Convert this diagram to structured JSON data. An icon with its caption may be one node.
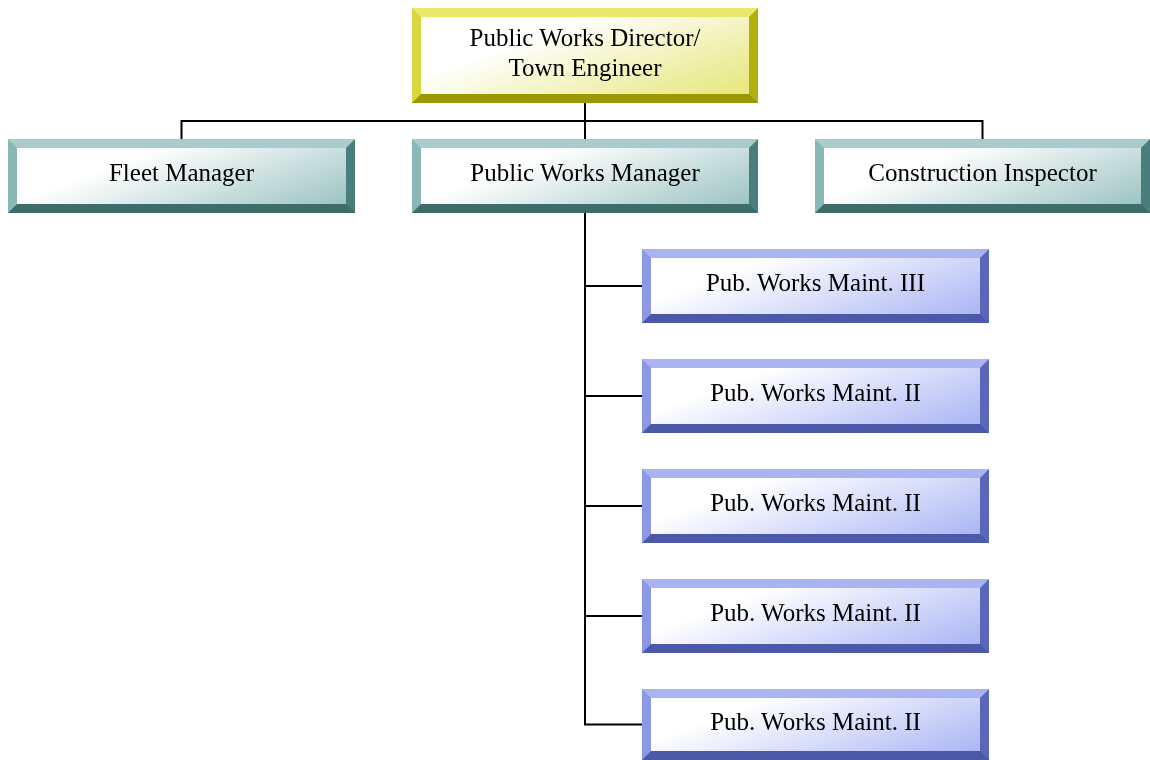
{
  "diagram": {
    "nodes": [
      {
        "text": [
          "Public Works Director/ Town Engineer"
        ]
      },
      {
        "text": [
          "Fleet Manager"
        ]
      },
      {
        "text": [
          "Public Works Manager"
        ]
      },
      {
        "text": [
          "Construction Inspector"
        ]
      },
      {
        "text": [
          "Pub. Works Maint. III"
        ]
      },
      {
        "text": [
          "Pub. Works Maint. II"
        ]
      },
      {
        "text": [
          "Pub. Works Maint. II"
        ]
      },
      {
        "text": [
          "Pub. Works Maint. II"
        ]
      },
      {
        "text": [
          "Pub. Works Maint. II"
        ]
      }
    ],
    "edges": [
      {
        "from": 0,
        "to": 1,
        "arrow": "none"
      },
      {
        "from": 0,
        "to": 2,
        "arrow": "none"
      },
      {
        "from": 0,
        "to": 3,
        "arrow": "none"
      },
      {
        "from": 2,
        "to": 4,
        "arrow": "none"
      },
      {
        "from": 2,
        "to": 5,
        "arrow": "none"
      },
      {
        "from": 2,
        "to": 6,
        "arrow": "none"
      },
      {
        "from": 2,
        "to": 7,
        "arrow": "none"
      },
      {
        "from": 2,
        "to": 8,
        "arrow": "none"
      }
    ]
  }
}
